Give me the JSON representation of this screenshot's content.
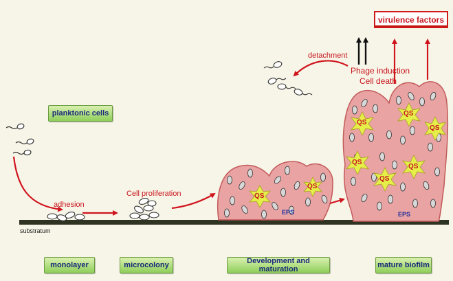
{
  "labels": {
    "planktonic": "planktonic cells",
    "monolayer": "monolayer",
    "microcolony": "microcolony",
    "development": "Development and maturation",
    "mature": "mature biofilm",
    "virulence": "virulence factors",
    "adhesion": "adhesion",
    "proliferation": "Cell proliferation",
    "detachment": "detachment",
    "phage": "Phage induction",
    "death": "Cell death",
    "substratum": "substratum",
    "eps": "EPS",
    "qs": "QS"
  },
  "colors": {
    "arrow": "#d0141e",
    "biofilm": "#e8a0a0",
    "star": "#e6ee4a",
    "box": "#8fcf5a",
    "substratum": "#2c3020"
  }
}
